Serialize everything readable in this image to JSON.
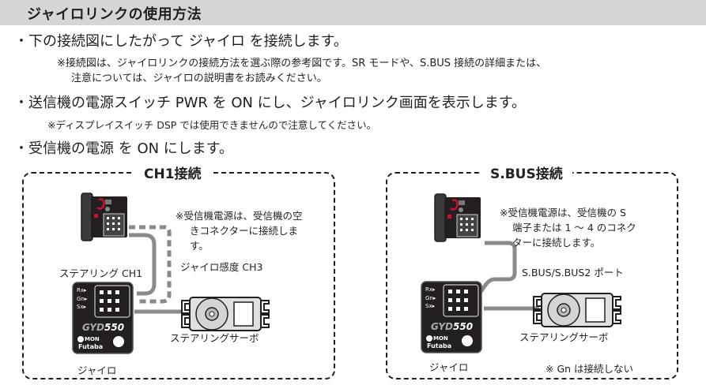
{
  "header": {
    "title": "ジャイロリンクの使用方法"
  },
  "steps": [
    {
      "bullet": "・",
      "text": "下の接続図にしたがって ジャイロ を接続します。",
      "notes": [
        "※接続図は、ジャイロリンクの接続方法を選ぶ際の参考図です。SR モードや、S.BUS 接続の詳細または、",
        "注意については、ジャイロの説明書をお読みください。"
      ]
    },
    {
      "bullet": "・",
      "text": "送信機の電源スイッチ PWR を ON にし、ジャイロリンク画面を表示します。",
      "notes": [
        "※ディスプレイスイッチ DSP では使用できませんので注意してください。"
      ]
    },
    {
      "bullet": "・",
      "text": "受信機の電源 を ON にします。",
      "notes": []
    }
  ],
  "diagrams": {
    "ch1": {
      "title": "CH1接続",
      "note_lines": [
        "※受信機電源は、受信機の空",
        "きコネクターに接続しま",
        "す。"
      ],
      "steering_label": "ステアリング CH1",
      "gain_label": "ジャイロ感度 CH3",
      "servo_label": "ステアリングサーボ",
      "gyro_label": "ジャイロ"
    },
    "sbus": {
      "title": "S.BUS接続",
      "note_lines": [
        "※受信機電源は、受信機の S",
        "端子または 1 ～ 4 のコネク",
        "ターに接続します。"
      ],
      "port_label": "S.BUS/S.BUS2 ポート",
      "servo_label": "ステアリングサーボ",
      "gyro_label": "ジャイロ",
      "gn_note": "※ Gn は接続しない"
    },
    "gyro_device": {
      "model_prefix": "GYD",
      "model_number": "550",
      "port_labels": [
        "Rx▸",
        "Gn▸",
        "Sx▸"
      ],
      "mon_label": "MON",
      "brand": "Futaba"
    }
  }
}
